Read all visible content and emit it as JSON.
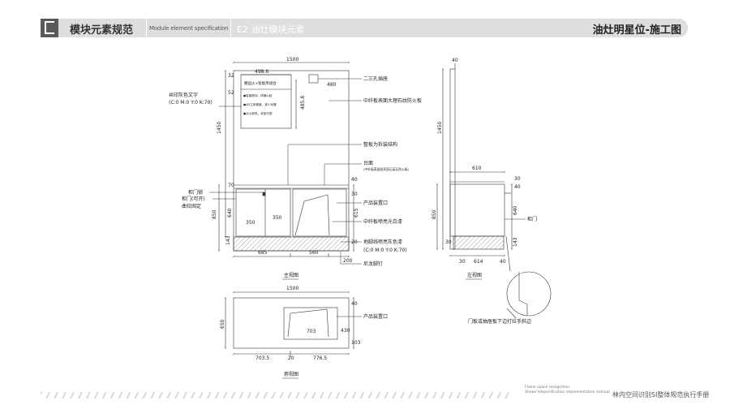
{
  "header": {
    "title": "模块元素规范",
    "subtitle": "Module element specification",
    "section": "E2  油灶模块元素",
    "right_title": "油灶明星位-施工图"
  },
  "footer": {
    "line1": "Flame space recognition",
    "line2": "Shows'allspecification implementation manual",
    "title": "林内空间识别SI整体规范执行手册"
  },
  "front_view": {
    "caption": "主视图",
    "dim_top": "1500",
    "dim_left_total": "1450",
    "dim_left_lower": "850",
    "dim_height_a": "32",
    "dim_height_b": "52",
    "dim_height_c": "640",
    "dim_height_d": "143",
    "dim_height_e": "70",
    "dim_width_a": "498.6",
    "dim_width_b": "480",
    "dim_panel_h": "485.8",
    "dim_bottom_a": "685",
    "dim_bottom_b": "560",
    "dim_bottom_c": "200",
    "dim_door_a": "350",
    "dim_door_b": "350",
    "dim_right_a": "40",
    "dim_right_b": "30",
    "dim_right_c": "615",
    "dim_right_d": "20",
    "panel_heading": "鹏固火+智能风组合",
    "panel_lines": [
      "●智能联动，风随火起",
      "●4D立体烟道，减少泄漏",
      "●点火即亮，状态可视"
    ]
  },
  "left_view": {
    "caption": "左视图",
    "dim_top": "40",
    "dim_height": "1450",
    "dim_lower": "850",
    "dim_width_a": "610",
    "dim_width_b": "614",
    "dim_side_a": "30",
    "dim_side_b": "40",
    "dim_side_c": "640",
    "dim_side_d": "143",
    "dim_side_e": "30",
    "dim_bot_a": "30",
    "dim_bot_b": "40",
    "detail_note": "门板或抽屉板下边打拉手斜边"
  },
  "plan_view": {
    "caption": "俯视图",
    "dim_top": "1500",
    "dim_left": "650",
    "dim_inner": "703",
    "dim_right_a": "40",
    "dim_right_b": "430",
    "dim_right_c": "103",
    "dim_bot_a": "703.5",
    "dim_bot_b": "20",
    "dim_bot_c": "776.5"
  },
  "annotations": {
    "two_socket": "二三孔插座",
    "mdf_panel": "中纤板表面大理石纹防火板",
    "removable": "整板为拆装结构",
    "countertop": "台面",
    "countertop_note": "(中纤板表面贴亮面石英石防火板)",
    "product_slot": "产品装置口",
    "mdf_paint": "中纤板喷亮光白漆",
    "base_line": "地脚线喷亮灰色漆",
    "base_color": "(C:0 M:0 Y:0 K:70)",
    "nylon_foot": "尼龙脚钉",
    "silk_text": "丝印灰色文字",
    "silk_color": "(C:0 M:0 Y:0 K:70)",
    "cabinet_lock": "柜门锁",
    "cabinet_door": "柜门(可开)",
    "door_hinge": "曲铰固定",
    "left_door": "柜门",
    "plan_slot": "产品装置口"
  }
}
